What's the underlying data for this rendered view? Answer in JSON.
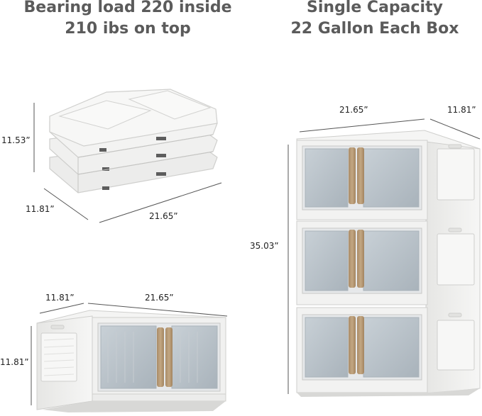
{
  "headings": {
    "left": {
      "line1": "Bearing load 220 inside",
      "line2": "210 ibs on top"
    },
    "right": {
      "line1": "Single Capacity",
      "line2": "22 Gallon Each Box"
    }
  },
  "dimensions": {
    "folded_height": "11.53”",
    "folded_depth": "11.81”",
    "folded_width": "21.65”",
    "single_depth": "11.81”",
    "single_width": "21.65”",
    "single_height": "11.81”",
    "stack_width": "21.65”",
    "stack_depth": "11.81”",
    "stack_height": "35.03”"
  },
  "colors": {
    "heading_text": "#5b5b5b",
    "box_white": "#f1f1f0",
    "box_edge": "#cfcfcd",
    "door_tint": "#b9c2c9",
    "handle_wood": "#b79a76"
  }
}
